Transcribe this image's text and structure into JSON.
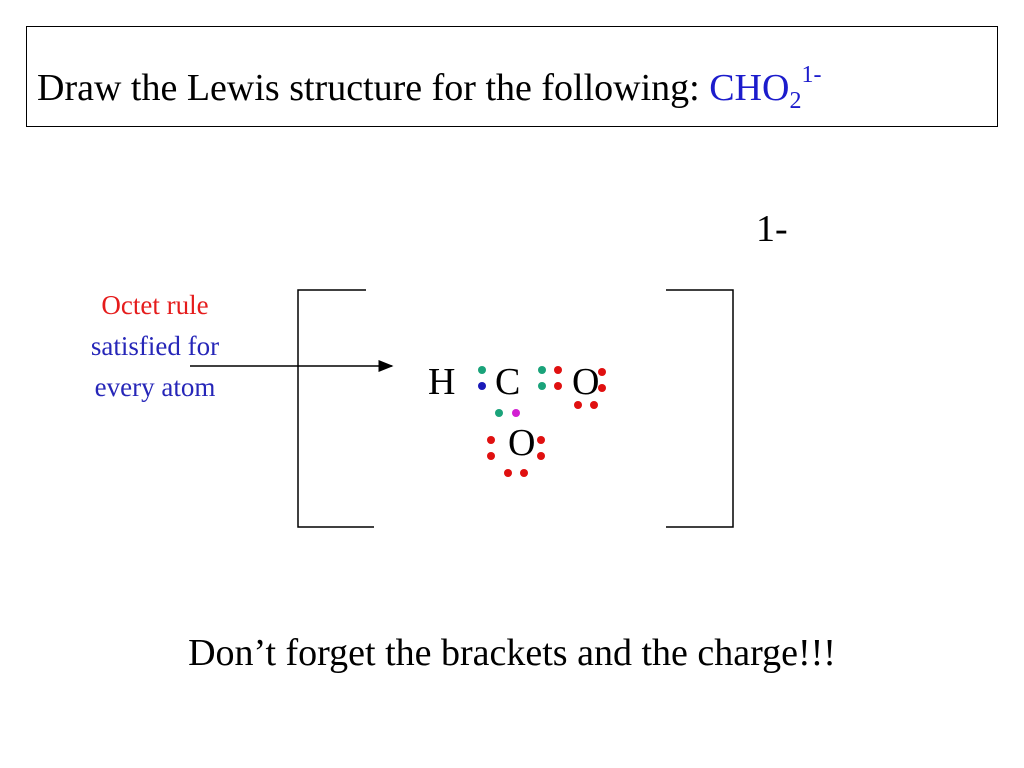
{
  "title": {
    "prefix": "Draw the Lewis structure for the following: ",
    "formula_main": "CHO",
    "formula_sub": "2",
    "formula_sup": "1-"
  },
  "charge": "1-",
  "note": {
    "line1": "Octet rule",
    "line2": "satisfied for",
    "line3": "every atom"
  },
  "atoms": {
    "h": "H",
    "c": "C",
    "o_right": "O",
    "o_bottom": "O"
  },
  "footer": "Don’t forget the brackets and the charge!!!",
  "colors": {
    "formula": "#1c1ccc",
    "note_red": "#e51c1c",
    "note_blue": "#2626b8",
    "electron_red": "#e01010",
    "electron_blue": "#1a1ab8",
    "electron_teal": "#1aa37a",
    "electron_magenta": "#d21fd2"
  }
}
